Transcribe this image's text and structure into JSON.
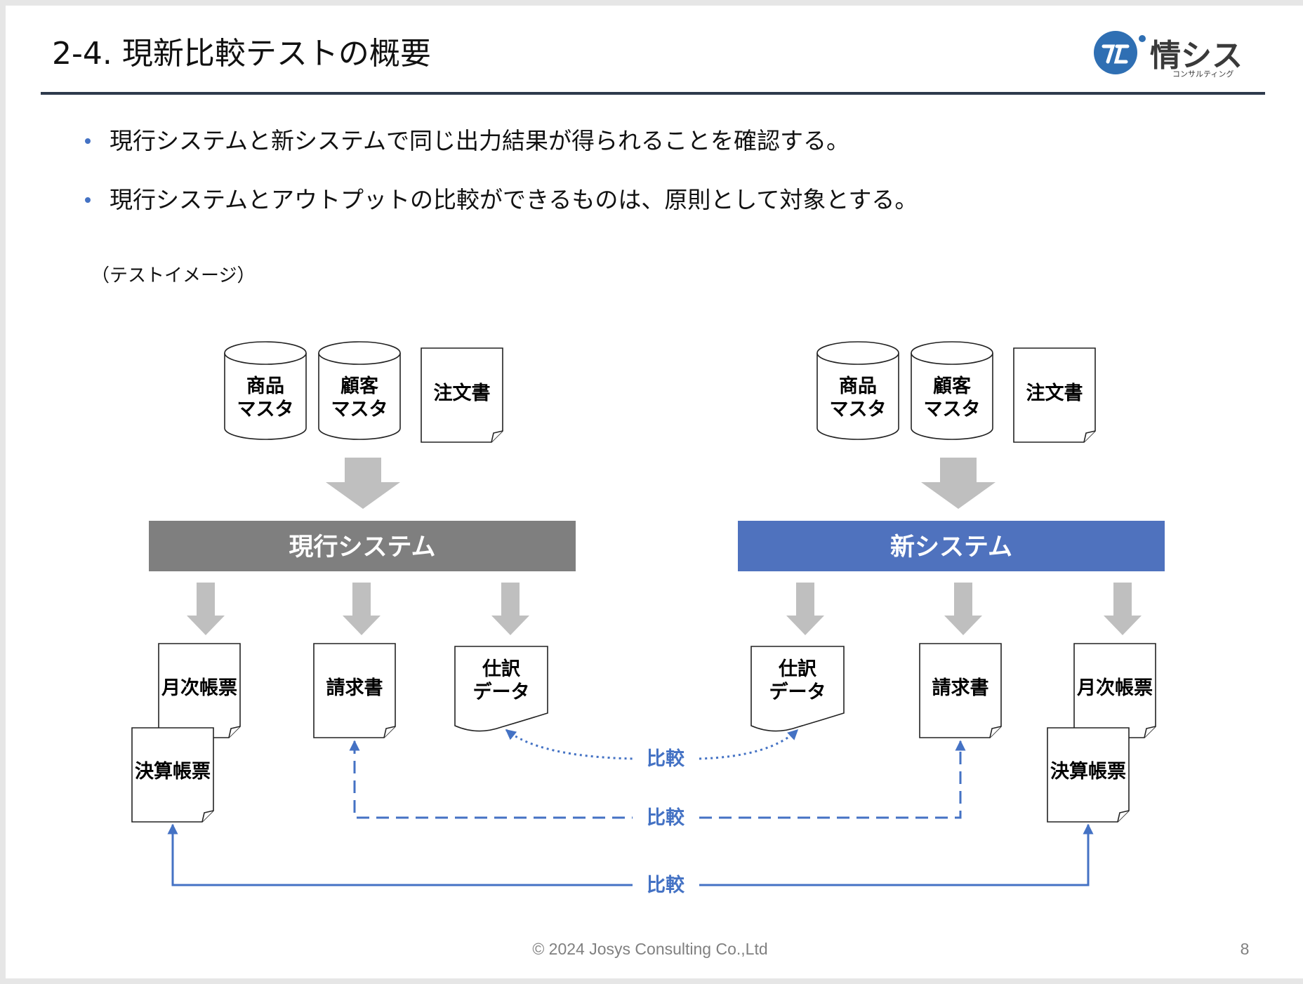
{
  "title": "2-4. 現新比較テストの概要",
  "logo": {
    "text": "情シス",
    "subtext": "コンサルティング"
  },
  "bullets": [
    "現行システムと新システムで同じ出力結果が得られることを確認する。",
    "現行システムとアウトプットの比較ができるものは、原則として対象とする。"
  ],
  "note": "（テストイメージ）",
  "inputs": {
    "product_master": [
      "商品",
      "マスタ"
    ],
    "customer_master": [
      "顧客",
      "マスタ"
    ],
    "order_form": "注文書"
  },
  "systems": {
    "current": "現行システム",
    "new": "新システム"
  },
  "outputs": {
    "monthly_report": "月次帳票",
    "settlement_report": "決算帳票",
    "invoice": "請求書",
    "journal_data": [
      "仕訳",
      "データ"
    ]
  },
  "compare_label": "比較",
  "footer": {
    "copyright": "© 2024 Josys Consulting Co.,Ltd",
    "page_number": "8"
  },
  "colors": {
    "current_system": "#7f7f7f",
    "new_system": "#4f72be",
    "compare": "#4472c4",
    "arrow": "#bfbfbf",
    "rule": "#2e3a4c"
  }
}
